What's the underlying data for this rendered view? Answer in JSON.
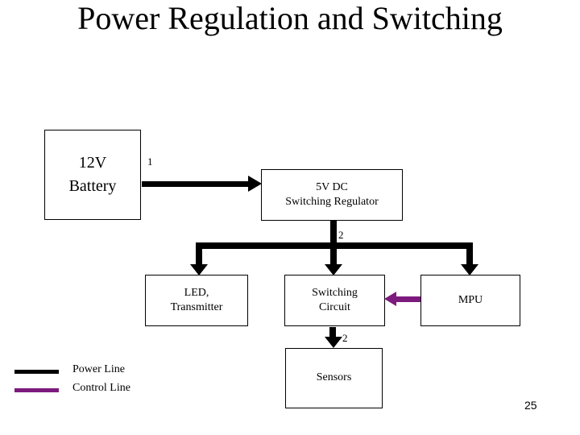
{
  "slide": {
    "title": "Power Regulation and Switching",
    "page_number": "25"
  },
  "colors": {
    "background": "#FFFFFF",
    "power_line": "#000000",
    "control_line": "#7D1A7E",
    "box_border": "#000000",
    "text": "#000000"
  },
  "boxes": {
    "battery": {
      "lines": [
        "12V",
        "Battery"
      ]
    },
    "regulator": {
      "lines": [
        "5V DC",
        "Switching Regulator"
      ]
    },
    "led": {
      "lines": [
        "LED,",
        "Transmitter"
      ]
    },
    "switching_circuit": {
      "lines": [
        "Switching",
        "Circuit"
      ]
    },
    "mpu": {
      "label": "MPU"
    },
    "sensors": {
      "label": "Sensors"
    }
  },
  "annotations": {
    "battery_to_regulator": "1",
    "regulator_branch": "2",
    "circuit_to_sensors": "2"
  },
  "legend": {
    "power": "Power Line",
    "control": "Control Line"
  }
}
